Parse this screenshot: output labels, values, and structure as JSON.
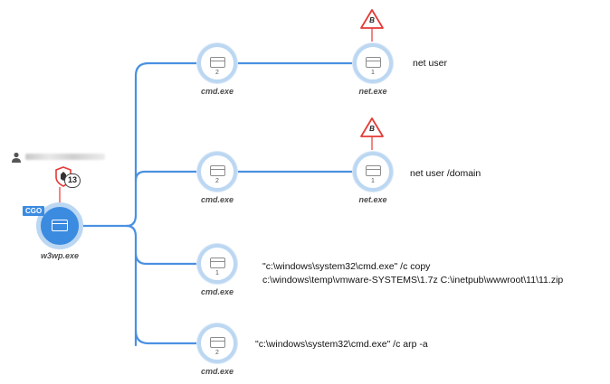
{
  "root": {
    "badge": "CGO",
    "name": "w3wp.exe",
    "alert_count": "13",
    "user_name_redacted": ""
  },
  "children": [
    {
      "name": "cmd.exe",
      "count": "2",
      "child": {
        "name": "net.exe",
        "count": "1",
        "alert_letter": "B"
      },
      "annotation": "net user"
    },
    {
      "name": "cmd.exe",
      "count": "2",
      "child": {
        "name": "net.exe",
        "count": "1",
        "alert_letter": "B"
      },
      "annotation": "net user /domain"
    },
    {
      "name": "cmd.exe",
      "count": "1",
      "annotation_lines": [
        "\"c:\\windows\\system32\\cmd.exe\" /c copy",
        "c:\\windows\\temp\\vmware-SYSTEMS\\1.7z C:\\inetpub\\wwwroot\\11\\11.zip"
      ]
    },
    {
      "name": "cmd.exe",
      "count": "2",
      "annotation": "\"c:\\windows\\system32\\cmd.exe\" /c arp -a"
    }
  ],
  "colors": {
    "edge": "#4a90e2",
    "node_ring": "#bcd7f2",
    "root_fill": "#3b8be0",
    "alert_red": "#e53935"
  },
  "icons": {
    "node": "window-icon",
    "user": "user-icon",
    "shield": "shield-alert-icon",
    "warning": "warning-triangle-icon"
  }
}
